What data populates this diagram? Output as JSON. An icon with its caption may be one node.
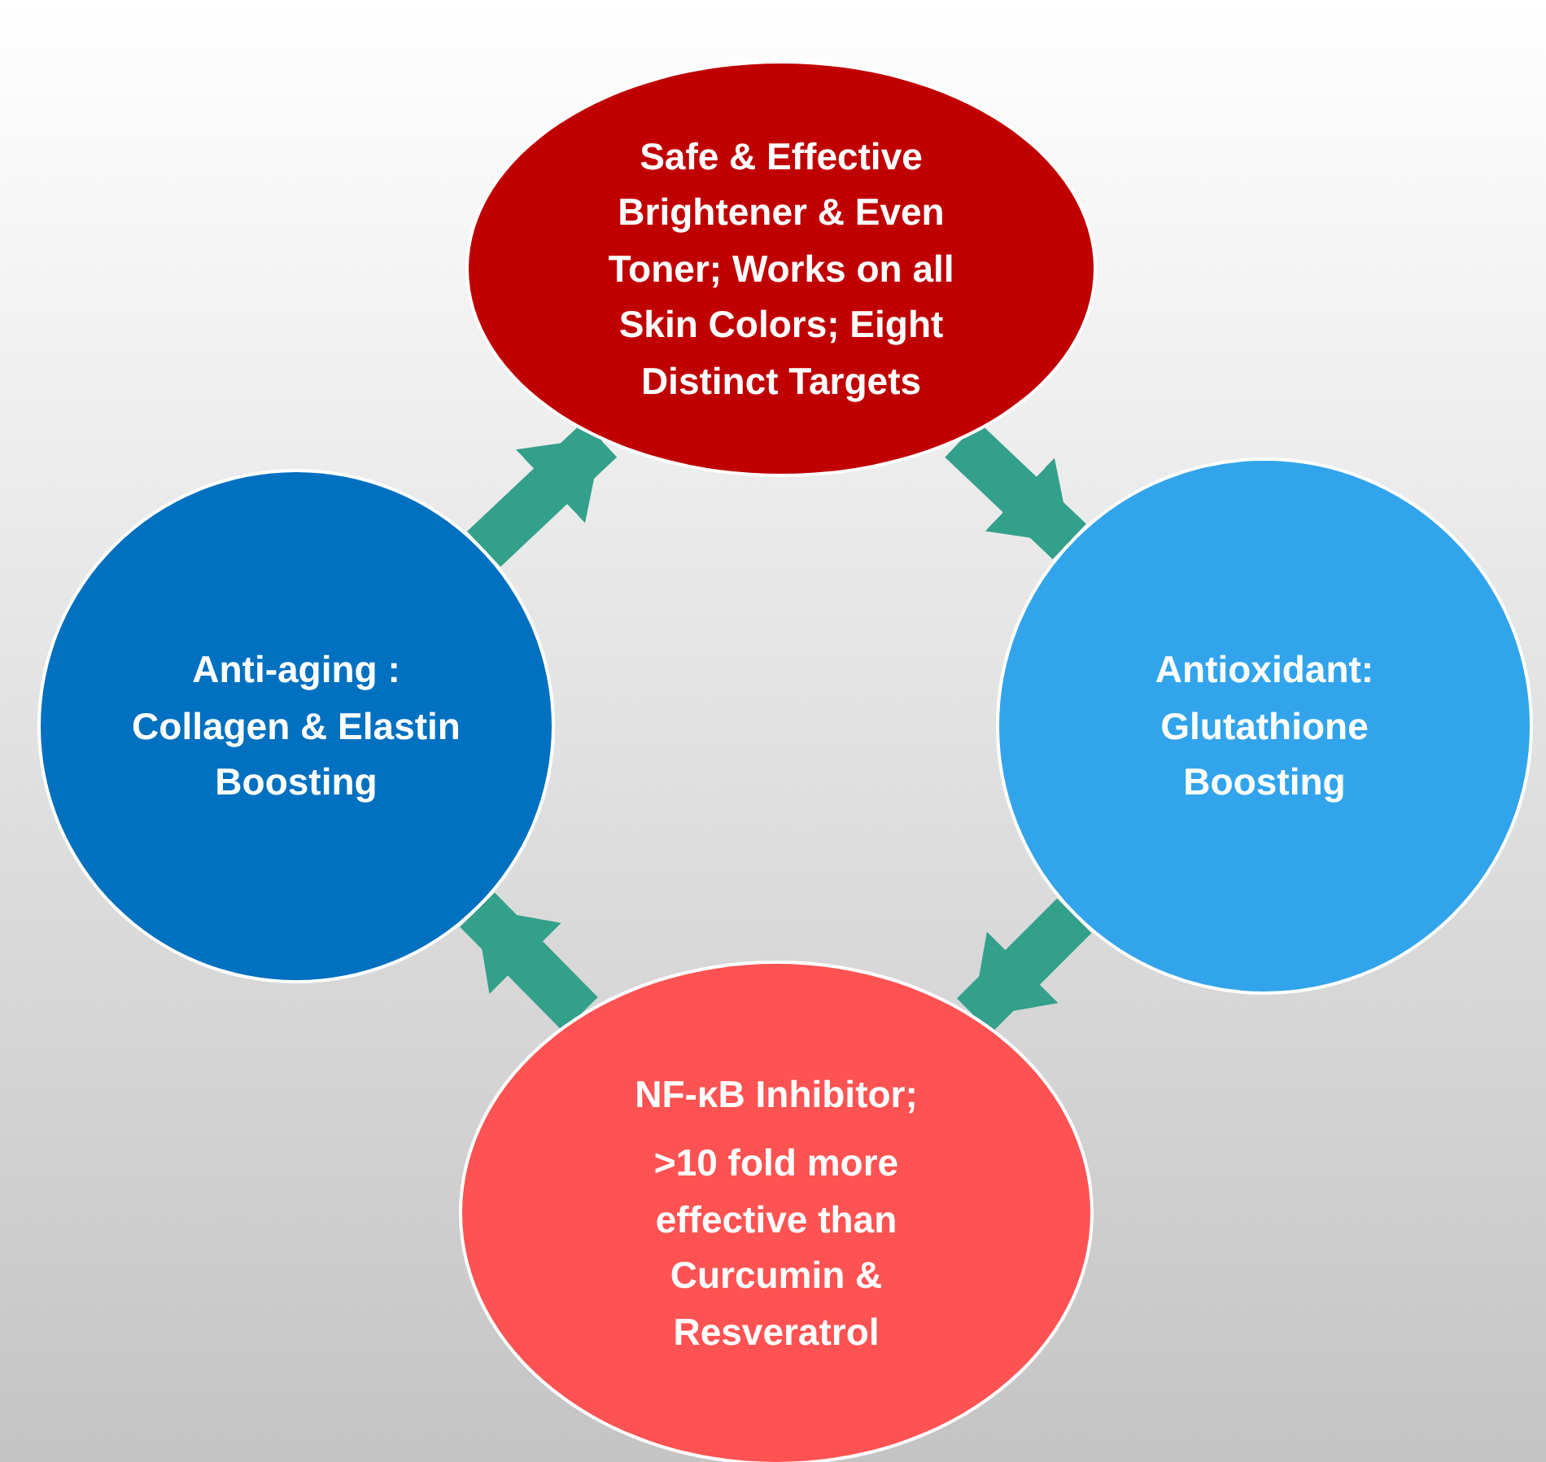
{
  "diagram": {
    "nodes": [
      {
        "text": [
          "Safe & Effective Brightener & Even Toner; Works on all Skin Colors; Eight Distinct Targets"
        ]
      },
      {
        "text": [
          "Antioxidant: Glutathione Boosting"
        ]
      },
      {
        "text": [
          "NF-κB Inhibitor;",
          ">10 fold more effective  than Curcumin & Resveratrol"
        ]
      },
      {
        "text": [
          "Anti-aging : Collagen & Elastin Boosting"
        ]
      }
    ],
    "edges": [
      {
        "from": 0,
        "to": 1,
        "arrow": "to"
      },
      {
        "from": 1,
        "to": 2,
        "arrow": "to"
      },
      {
        "from": 2,
        "to": 3,
        "arrow": "to"
      },
      {
        "from": 3,
        "to": 0,
        "arrow": "to"
      }
    ]
  }
}
